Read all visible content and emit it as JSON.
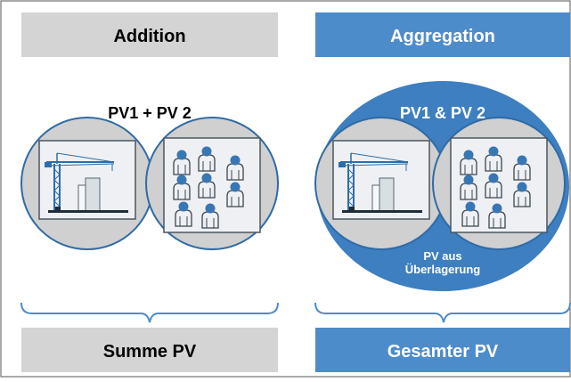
{
  "colors": {
    "grey_box": "#d4d4d4",
    "blue_box": "#4d8ccb",
    "dark_blue": "#2f6ba6",
    "circle_grey": "#cfcfcf",
    "person_blue": "#3876b4"
  },
  "left": {
    "header": "Addition",
    "label": "PV1 + PV 2",
    "footer": "Summe PV"
  },
  "right": {
    "header": "Aggregation",
    "label": "PV1 & PV 2",
    "overlap_label_1": "PV aus",
    "overlap_label_2": "Überlagerung",
    "footer": "Gesamter PV"
  },
  "icons": {
    "construction": "construction-site-crane-icon",
    "people": "people-group-icon"
  }
}
